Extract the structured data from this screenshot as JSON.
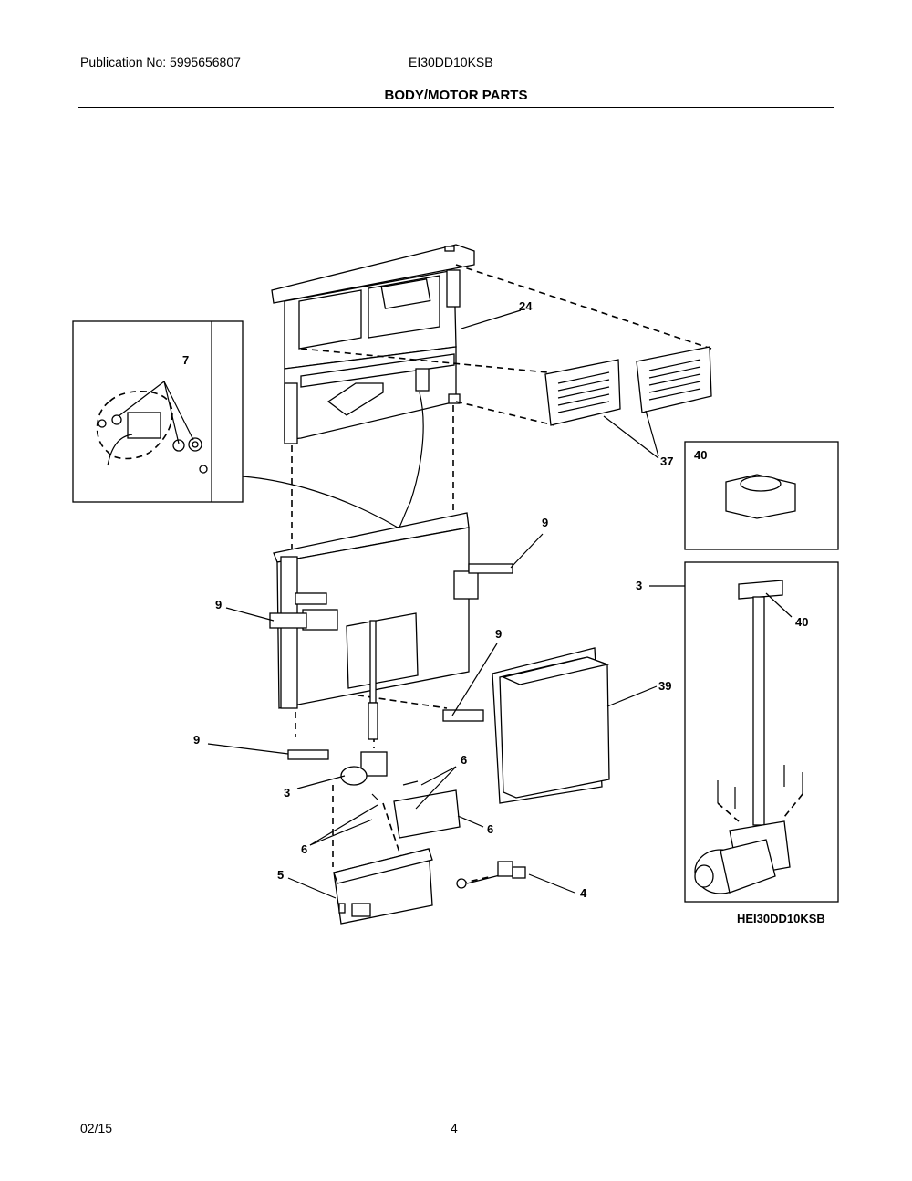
{
  "header": {
    "publication": "Publication No: 5995656807",
    "model": "EI30DD10KSB",
    "title": "BODY/MOTOR PARTS"
  },
  "footer": {
    "date": "02/15",
    "page": "4"
  },
  "diagram": {
    "variant_label": "HEI30DD10KSB",
    "callouts": {
      "c7": "7",
      "c24": "24",
      "c37": "37",
      "c40_box": "40",
      "c9_a": "9",
      "c3_inset": "3",
      "c40_inset": "40",
      "c9_b": "9",
      "c9_c": "9",
      "c39": "39",
      "c9_d": "9",
      "c6_a": "6",
      "c3": "3",
      "c6_b": "6",
      "c6_c": "6",
      "c5": "5",
      "c4": "4"
    }
  }
}
